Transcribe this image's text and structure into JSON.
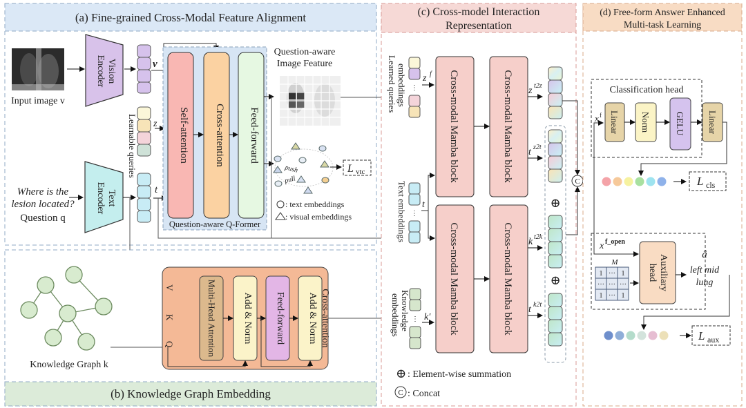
{
  "panels": {
    "a": {
      "title": "(a) Fine-grained Cross-Modal Feature Alignment"
    },
    "b": {
      "title": "(b) Knowledge Graph Embedding"
    },
    "c": {
      "title_line1": "(c) Cross-model Interaction",
      "title_line2": "Representation"
    },
    "d": {
      "title_line1": "(d) Free-form Answer Enhanced",
      "title_line2": "Multi-task Learning"
    }
  },
  "inputs": {
    "image_label": "Input image v",
    "question_line1": "Where is the",
    "question_line2": "lesion located?",
    "question_label": "Question q",
    "kg_label": "Knowledge Graph k"
  },
  "encoders": {
    "vision_line1": "Vision",
    "vision_line2": "Encoder",
    "text_line1": "Text",
    "text_line2": "Encoder"
  },
  "symbols": {
    "v": "v",
    "z": "z",
    "t": "t",
    "zf": "z",
    "zf_sup": "f",
    "t_c": "t",
    "kprime": "k′",
    "zt2z": "z",
    "zt2z_sup": "t2z",
    "tz2t": "t",
    "tz2t_sup": "z2t",
    "kt2k": "k",
    "kt2k_sup": "t2k",
    "tk2t": "t",
    "tk2t_sup": "k2t",
    "xf": "x",
    "xf_sup": "f",
    "xfopen": "x",
    "xfopen_sup": "f_open",
    "M": "M",
    "ahat": "â",
    "concat": "C",
    "sum": "⊕"
  },
  "learnable_queries_label": "Learnable queries",
  "qformer": {
    "label": "Question-aware Q-Former",
    "blocks": [
      "Self-attention",
      "Cross-attention",
      "Feed-forward"
    ]
  },
  "qa_feature": {
    "line1": "Question-aware",
    "line2": "Image Feature"
  },
  "contrastive": {
    "push": "push",
    "pull": "pull",
    "legend_text": ": text embeddings",
    "legend_visual": ": visual embeddings",
    "loss": "L",
    "loss_sub": "vtc"
  },
  "kg_cross_attention": {
    "label": "Cross-attention",
    "inputs": [
      "V",
      "K",
      "Q"
    ],
    "blocks": [
      "Multi-Head Attention",
      "Add & Norm",
      "Feed-forward",
      "Add & Norm"
    ]
  },
  "panel_c": {
    "learned_queries_line1": "Learned queries",
    "learned_queries_line2": "embeddings",
    "text_embeddings": "Text embeddings",
    "knowledge_line1": "Knowledge",
    "knowledge_line2": "embeddings",
    "mamba_block": "Cross-modal Mamba block",
    "legend_sum": ": Element-wise summation",
    "legend_concat": ": Concat"
  },
  "panel_d": {
    "cls_head_title": "Classification head",
    "cls_blocks": [
      "Linear",
      "Norm",
      "GELU",
      "Linear"
    ],
    "cls_loss": "L",
    "cls_loss_sub": "cls",
    "aux_head_line1": "Auxiliary",
    "aux_head_line2": "head",
    "matrix": [
      [
        "1",
        "···",
        "1"
      ],
      [
        "···",
        "···",
        "···"
      ],
      [
        "1",
        "···",
        "1"
      ]
    ],
    "answer_line1": "left mid",
    "answer_line2": "lung",
    "aux_loss": "L",
    "aux_loss_sub": "aux",
    "cls_dots": [
      "#f4a3a8",
      "#f6c99a",
      "#f6f2a0",
      "#a8e0a0",
      "#9ee3ef",
      "#8fb2ea"
    ],
    "aux_dots": [
      "#6f8fcc",
      "#8faed8",
      "#b4dccb",
      "#d3e3dc",
      "#e6bdd2",
      "#ece0b8"
    ]
  },
  "colors": {
    "panel_a_bg": "#dbe8f6",
    "panel_b_bg": "#dcebd9",
    "panel_c_bg": "#f6d9d6",
    "panel_d_bg": "#f8dcc4",
    "vision": "#d8c2ea",
    "text": "#c4eeee",
    "self_attn": "#f9b7b3",
    "cross_attn": "#fbd2a2",
    "ff": "#e6f8e2",
    "mamba": "#f6cfca",
    "kg_box": "#f4b996",
    "mha": "#dcb98d",
    "addnorm": "#fbf3c9",
    "ff_purple": "#e3b6e6",
    "linear": "#e6d4a8",
    "norm": "#fbf4c6",
    "gelu": "#d5c3ee",
    "aux": "#f9dcc3",
    "node": "#d8ebcf"
  }
}
